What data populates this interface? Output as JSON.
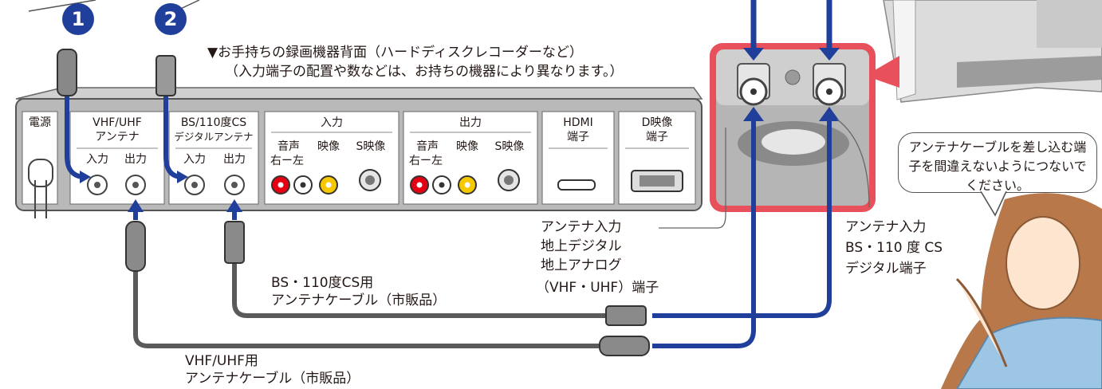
{
  "badges": {
    "one": "1",
    "two": "2"
  },
  "device_note": {
    "line1": "▼お手持ちの録画機器背面（ハードディスクレコーダーなど）",
    "line2": "（入力端子の配置や数などは、お持ちの機器により異なります。）"
  },
  "panel": {
    "power": "電源",
    "vhf_title1": "VHF/UHF",
    "vhf_title2": "アンテナ",
    "vhf_in": "入力",
    "vhf_out": "出力",
    "bs_title1": "BS/110度CS",
    "bs_title2": "デジタルアンテナ",
    "bs_in": "入力",
    "bs_out": "出力",
    "input_title": "入力",
    "input_audio": "音声",
    "input_lr": "右ー左",
    "input_video": "映像",
    "input_svideo": "S映像",
    "output_title": "出力",
    "output_audio": "音声",
    "output_lr": "右ー左",
    "output_video": "映像",
    "output_svideo": "S映像",
    "hdmi1": "HDMI",
    "hdmi2": "端子",
    "d1": "D映像",
    "d2": "端子"
  },
  "labels": {
    "antenna_terrestrial": [
      "アンテナ入力",
      "地上デジタル",
      "地上アナログ",
      "（VHF・UHF）端子"
    ],
    "antenna_bs": [
      "アンテナ入力",
      "BS・110 度 CS",
      "デジタル端子"
    ],
    "bs_cable": [
      "BS・110度CS用",
      "アンテナケーブル（市販品）"
    ],
    "vhf_cable": [
      "VHF/UHF用",
      "アンテナケーブル（市販品）"
    ]
  },
  "bubble": "アンテナケーブルを差し込む端子を間違えないようにつないでください。",
  "colors": {
    "cable_blue": "#1f3f9b",
    "cable_gray": "#5a5a5a",
    "panel_gray": "#b9b9b9",
    "highlight_red": "#e8505b",
    "audio_red": "#e60012",
    "video_yellow": "#f6c800"
  }
}
